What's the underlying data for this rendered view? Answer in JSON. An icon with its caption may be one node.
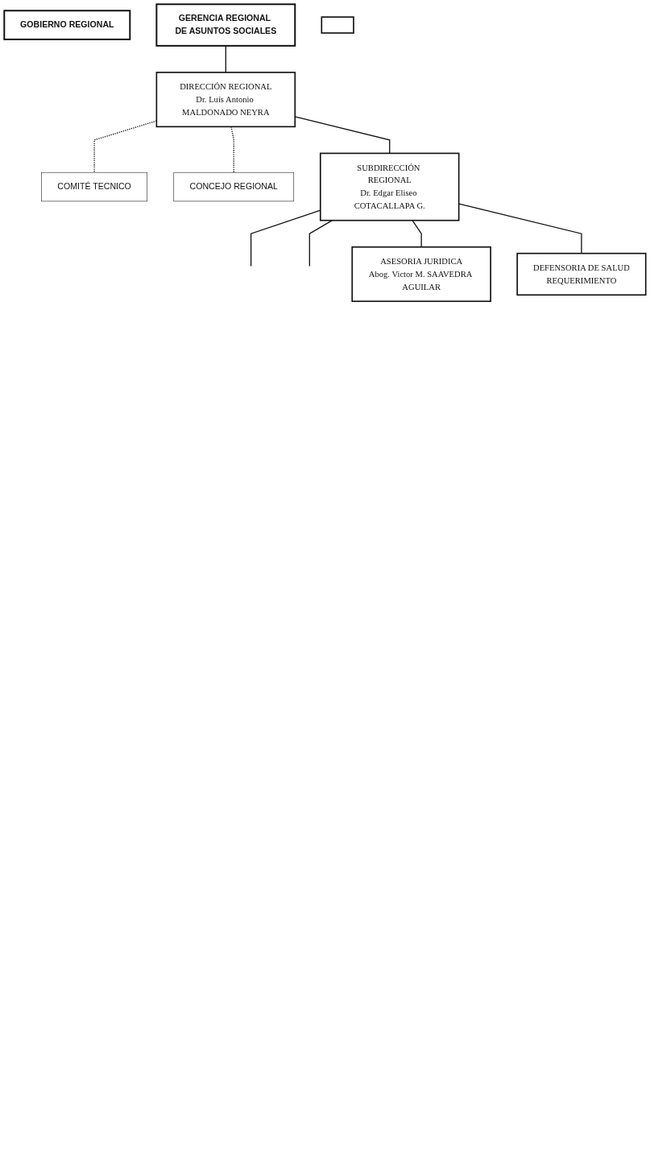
{
  "diagram": {
    "nodes": [
      {
        "text": [
          "GOBIERNO REGIONAL"
        ]
      },
      {
        "text": [
          "GERENCIA REGIONAL DE ASUNTOS SOCIALES"
        ]
      },
      {
        "text": [
          "DIRECCIÓN REGIONAL",
          "Dr. Luís Antonio MALDONADO NEYRA"
        ]
      },
      {
        "text": [
          "COMITÉ TECNICO"
        ]
      },
      {
        "text": [
          "CONCEJO REGIONAL"
        ]
      },
      {
        "text": [
          "SUBDIRECCIÓN REGIONAL",
          "Dr. Edgar Eliseo COTACALLAPA G."
        ]
      },
      {
        "text": [],
        "shape": "box"
      },
      {
        "text": [
          "ASESORIA JURIDICA",
          "Abog. Victor M. SAAVEDRA AGUILAR"
        ]
      },
      {
        "text": [
          "DEFENSORIA DE SALUD",
          "REQUERIMIENTO"
        ]
      }
    ],
    "edges": [
      {
        "from": 1,
        "to": 2,
        "arrow": "none"
      },
      {
        "from": 2,
        "to": 3,
        "arrow": "none",
        "style": "dashed"
      },
      {
        "from": 2,
        "to": 4,
        "arrow": "none",
        "style": "dashed"
      },
      {
        "from": 2,
        "to": 5,
        "arrow": "none"
      },
      {
        "from": 5,
        "to": null,
        "arrow": "none"
      },
      {
        "from": 5,
        "to": null,
        "arrow": "none"
      },
      {
        "from": 5,
        "to": 7,
        "arrow": "none"
      },
      {
        "from": 5,
        "to": 8,
        "arrow": "none"
      }
    ]
  }
}
